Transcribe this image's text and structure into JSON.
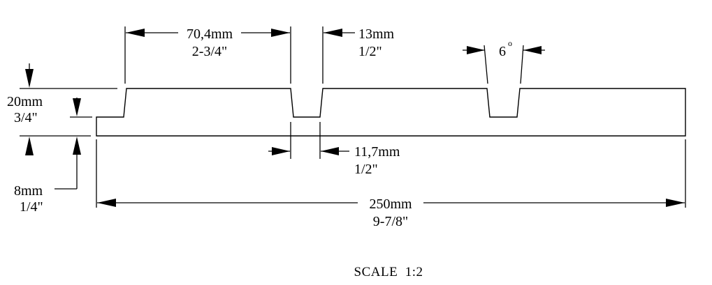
{
  "dimensions": {
    "step_width_mm": "70,4mm",
    "step_width_in": "2-3/4\"",
    "slot_top_mm": "13mm",
    "slot_top_in": "1/2\"",
    "angle": "6",
    "angle_unit": "o",
    "height_mm": "20mm",
    "height_in": "3/4\"",
    "slot_bottom_mm": "11,7mm",
    "slot_bottom_in": "1/2\"",
    "step_mm": "8mm",
    "step_in": "1/4\"",
    "length_mm": "250mm",
    "length_in": "9-7/8\""
  },
  "footer": {
    "scale_label": "SCALE  1:2"
  }
}
